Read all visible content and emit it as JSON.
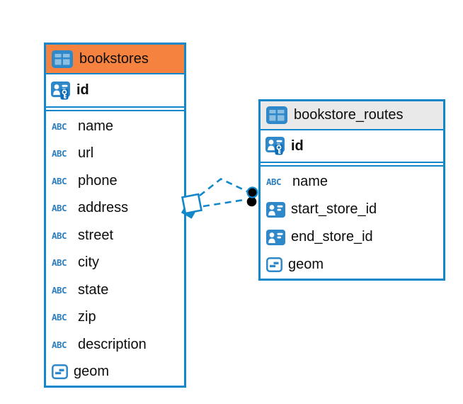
{
  "diagram": {
    "accent_color": "#1288cb",
    "icon_blue": "#2e88c9",
    "icons": {
      "text_label": "ABC"
    },
    "tables": [
      {
        "name": "bookstores",
        "header_color": "#f5823e",
        "primary_key": {
          "name": "id",
          "type": "primary-key"
        },
        "fields": [
          {
            "name": "name",
            "type": "text"
          },
          {
            "name": "url",
            "type": "text"
          },
          {
            "name": "phone",
            "type": "text"
          },
          {
            "name": "address",
            "type": "text"
          },
          {
            "name": "street",
            "type": "text"
          },
          {
            "name": "city",
            "type": "text"
          },
          {
            "name": "state",
            "type": "text"
          },
          {
            "name": "zip",
            "type": "text"
          },
          {
            "name": "description",
            "type": "text"
          },
          {
            "name": "geom",
            "type": "geometry"
          }
        ]
      },
      {
        "name": "bookstore_routes",
        "header_color": "#e9e9e9",
        "primary_key": {
          "name": "id",
          "type": "primary-key"
        },
        "fields": [
          {
            "name": "name",
            "type": "text"
          },
          {
            "name": "start_store_id",
            "type": "foreign-key"
          },
          {
            "name": "end_store_id",
            "type": "foreign-key"
          },
          {
            "name": "geom",
            "type": "geometry"
          }
        ]
      }
    ],
    "relationships": [
      {
        "from_table": "bookstore_routes",
        "to_table": "bookstores",
        "line_style": "dashed"
      },
      {
        "from_table": "bookstore_routes",
        "to_table": "bookstores",
        "line_style": "dashed"
      }
    ]
  }
}
